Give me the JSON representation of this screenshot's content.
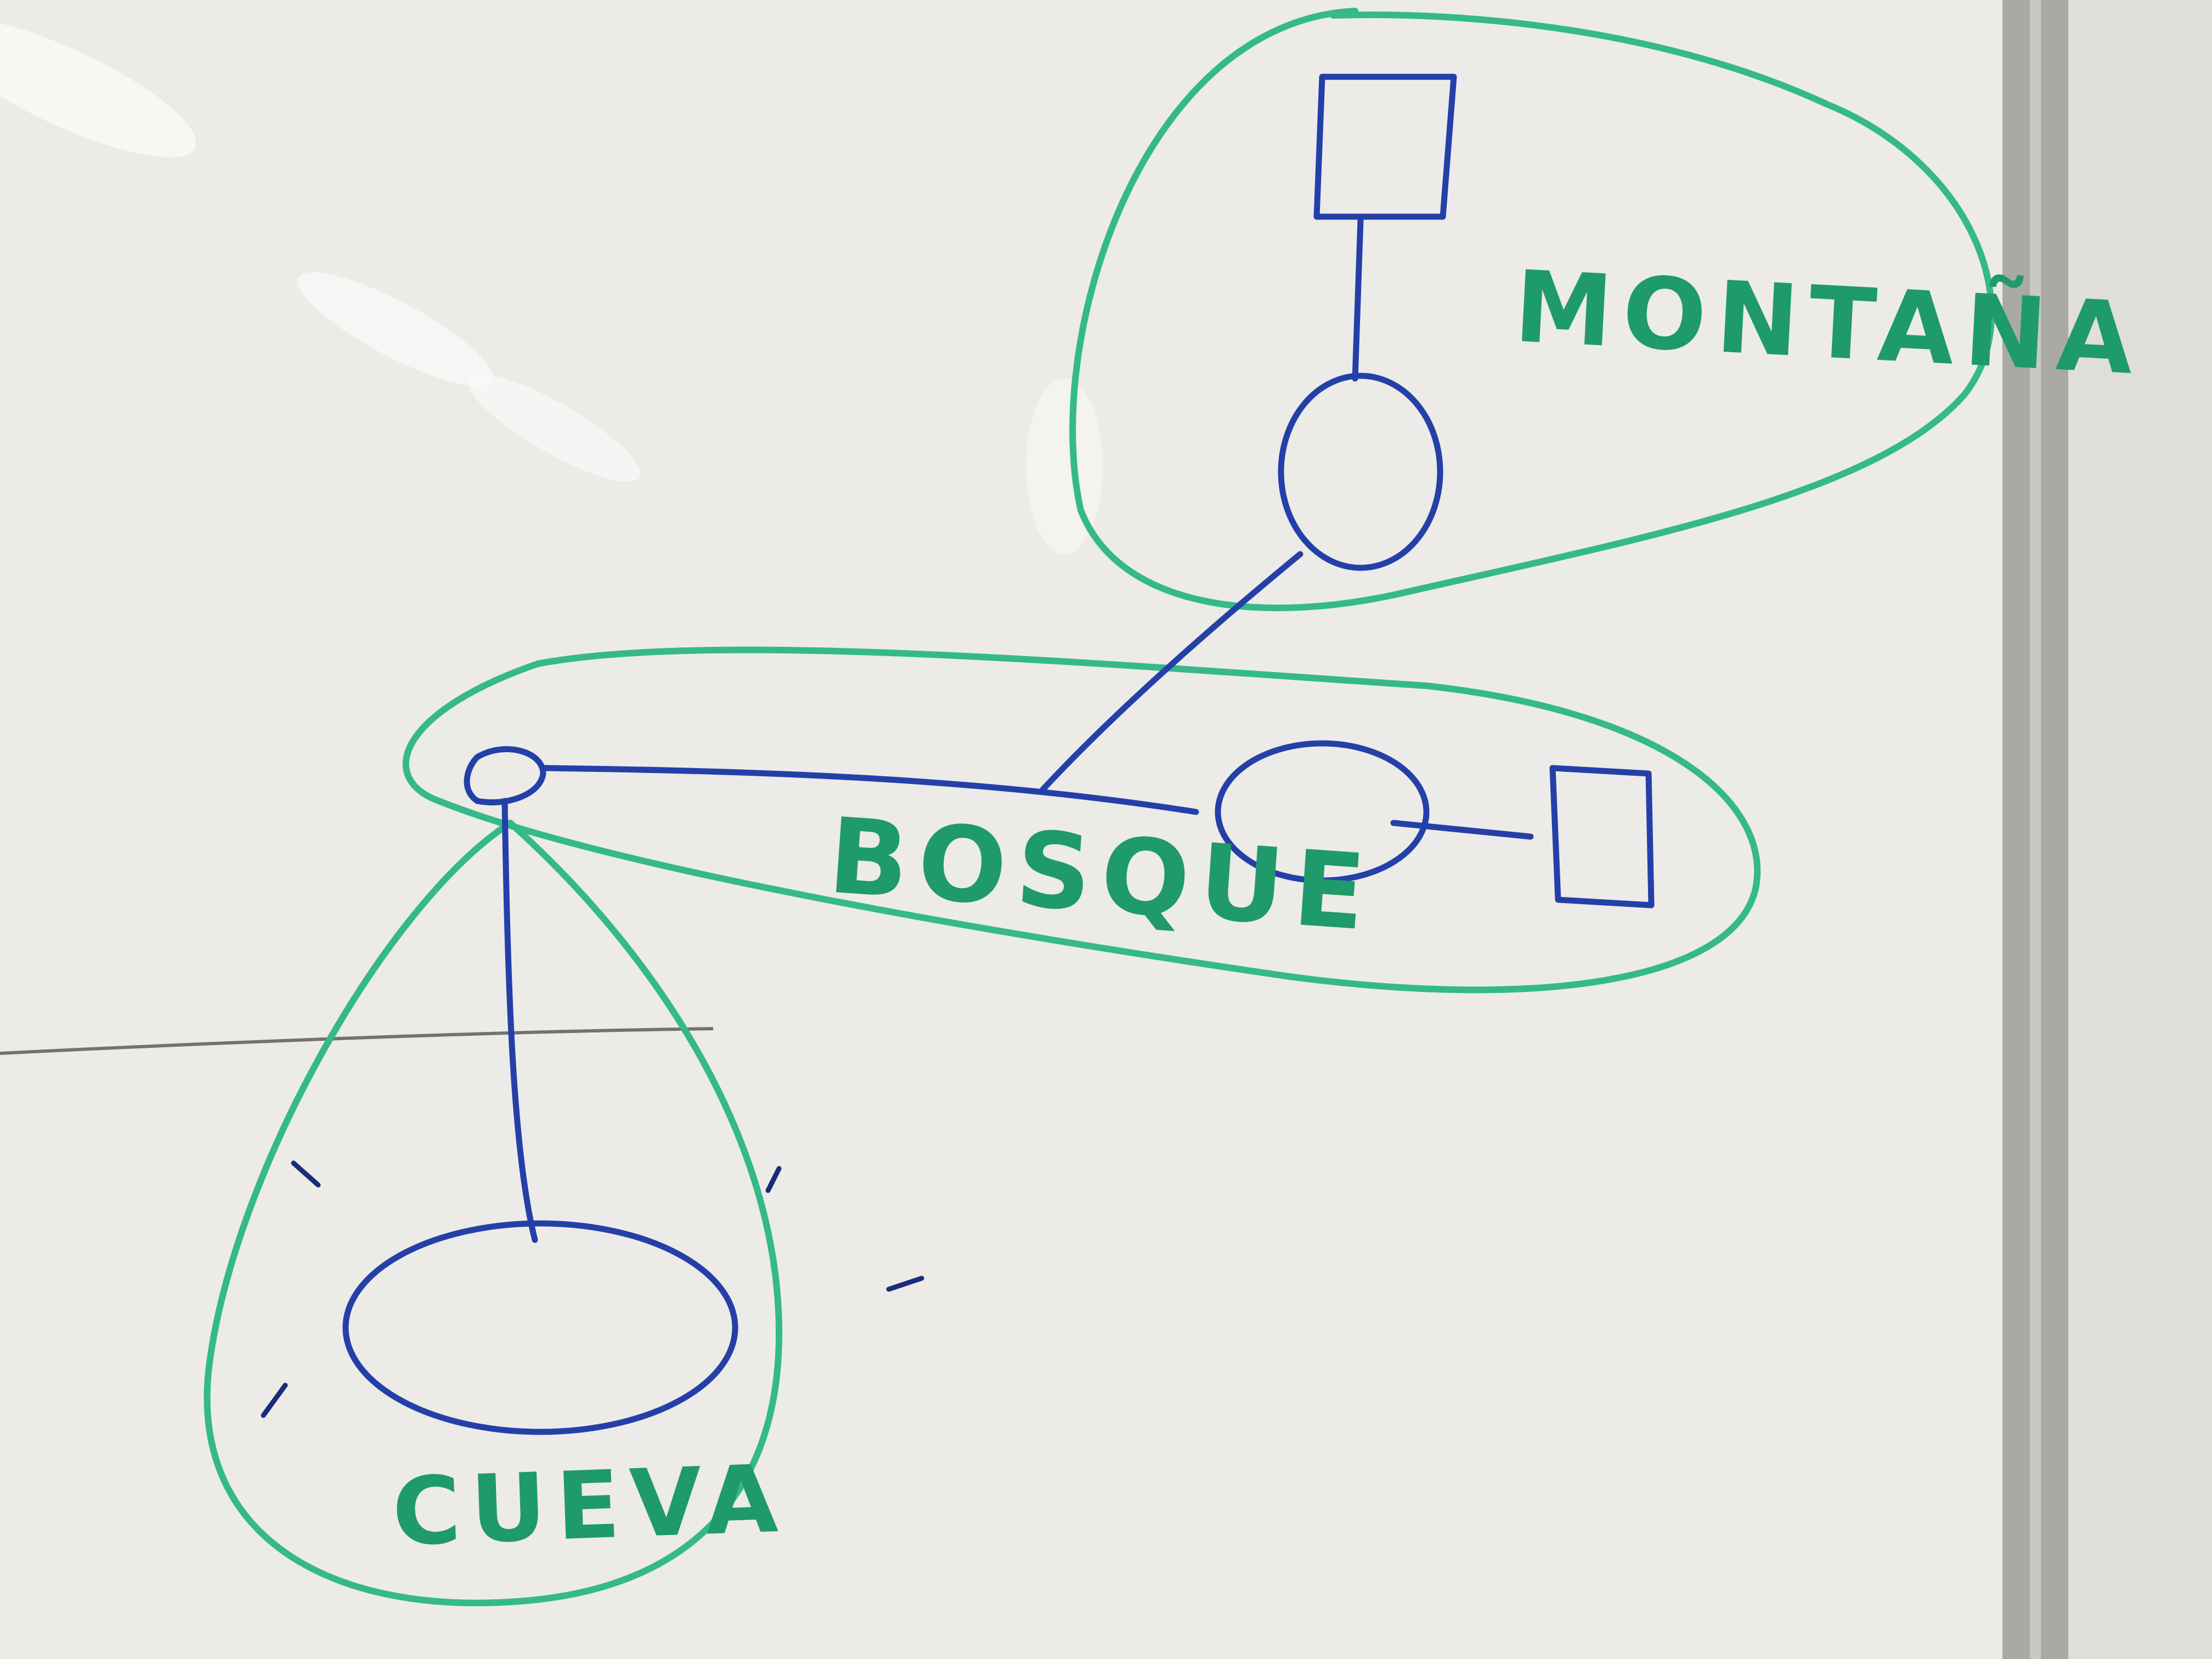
{
  "colors": {
    "board_background": "#ecebe7",
    "frame": "#a9a9a6",
    "wall": "#dfdeda",
    "region_outline": "#35b98a",
    "region_label": "#1f9a6a",
    "diagram_ink": "#2440a8"
  },
  "regions": [
    {
      "id": "montana",
      "label": "MONTAÑA"
    },
    {
      "id": "bosque",
      "label": "BOSQUE"
    },
    {
      "id": "cueva",
      "label": "CUEVA"
    }
  ]
}
